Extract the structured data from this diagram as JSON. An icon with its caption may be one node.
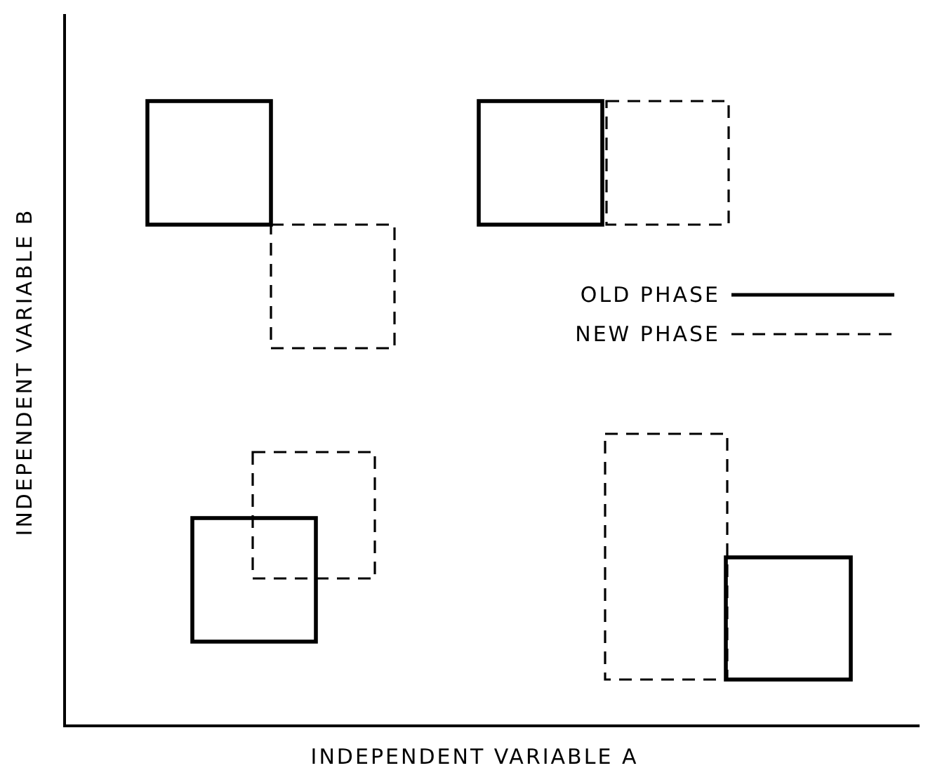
{
  "diagram": {
    "nodes": [
      {
        "text": [],
        "shape": "box"
      },
      {
        "text": [],
        "shape": "box"
      },
      {
        "text": [],
        "shape": "box"
      },
      {
        "text": [],
        "shape": "box"
      },
      {
        "text": [],
        "shape": "box"
      },
      {
        "text": [],
        "shape": "box"
      },
      {
        "text": [],
        "shape": "box"
      },
      {
        "text": [],
        "shape": "box"
      }
    ],
    "labels": [
      "INDEPENDENT VARIABLE B",
      "INDEPENDENT VARIABLE A"
    ],
    "legend": [
      {
        "text": "OLD PHASE"
      },
      {
        "text": "NEW PHASE"
      }
    ]
  }
}
